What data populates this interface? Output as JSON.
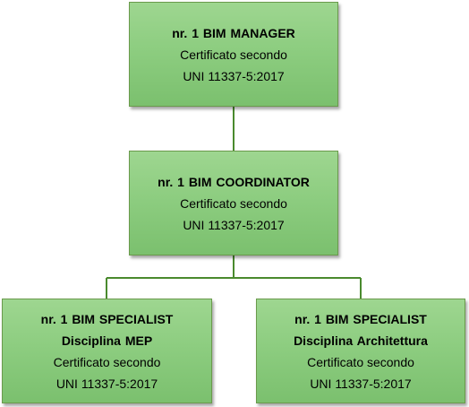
{
  "colors": {
    "box_fill": "#8dcd80",
    "box_border": "#6a9a4c",
    "connector": "#4a8a2e"
  },
  "nodes": {
    "manager": {
      "role": "nr. 1 BIM MANAGER",
      "cert_line1": "Certificato secondo",
      "cert_line2": "UNI 11337-5:2017"
    },
    "coordinator": {
      "role": "nr. 1 BIM COORDINATOR",
      "cert_line1": "Certificato secondo",
      "cert_line2": "UNI 11337-5:2017"
    },
    "specialist_mep": {
      "role": "nr. 1 BIM SPECIALIST",
      "discipline": "Disciplina MEP",
      "cert_line1": "Certificato secondo",
      "cert_line2": "UNI 11337-5:2017"
    },
    "specialist_arch": {
      "role": "nr. 1 BIM SPECIALIST",
      "discipline": "Disciplina Architettura",
      "cert_line1": "Certificato secondo",
      "cert_line2": "UNI 11337-5:2017"
    }
  }
}
